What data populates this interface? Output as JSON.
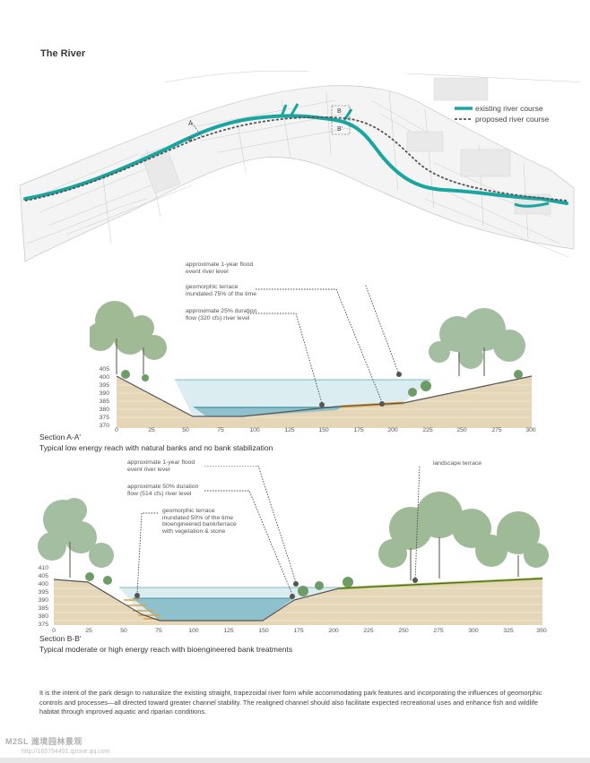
{
  "map": {
    "title": "The River",
    "legend": {
      "existing_label": "existing river course",
      "proposed_label": "proposed river course",
      "existing_color": "#1aa6a0",
      "proposed_color": "#555555"
    },
    "marker_a": "A",
    "marker_a_prime": "A'",
    "marker_b": "B",
    "marker_b_prime": "B'"
  },
  "section_a": {
    "title": "Section A-A'",
    "subtitle": "Typical low energy reach with natural banks and no bank stabilization",
    "annotations": {
      "flood": [
        "approximate 1-year flood",
        "event river level"
      ],
      "terrace": [
        "geomorphic terrace",
        "inundated 75% of the time"
      ],
      "duration": [
        "approximate 25% duration",
        "flow (320 cfs) river level"
      ]
    },
    "y_ticks": [
      "405",
      "400",
      "395",
      "390",
      "385",
      "380",
      "375",
      "370"
    ],
    "x_ticks": [
      "0",
      "25",
      "50",
      "75",
      "100",
      "125",
      "150",
      "175",
      "200",
      "225",
      "250",
      "275",
      "300"
    ]
  },
  "section_b": {
    "title": "Section B-B'",
    "subtitle": "Typical moderate or high energy reach with bioengineered bank treatments",
    "annotations": {
      "flood": [
        "approximate 1-year flood",
        "event river level"
      ],
      "duration": [
        "approximate 50% duration",
        "flow (514 cfs) river level"
      ],
      "terrace": [
        "geomorphic terrace",
        "inundated 50% of the time",
        "bioengineered bank/terrace",
        "with vegetation & stone"
      ],
      "landscape": [
        "landscape terrace"
      ]
    },
    "y_ticks": [
      "410",
      "405",
      "400",
      "395",
      "390",
      "385",
      "380",
      "375"
    ],
    "x_ticks": [
      "0",
      "25",
      "50",
      "75",
      "100",
      "125",
      "150",
      "175",
      "200",
      "225",
      "250",
      "275",
      "300",
      "325",
      "350"
    ]
  },
  "description": "It is the intent of the park design to naturalize the existing straight, trapezoidal river form while accommodating park features and incorporating the influences of geomorphic controls and processes—all directed toward greater channel stability.  The realigned channel should also facilitate expected recreational uses and enhance fish and wildlife habitat through improved aquatic and riparian conditions.",
  "watermark": {
    "line1": "M2SL 潍境园林景观",
    "line2": "http://165794491.qzone.qq.com"
  },
  "colors": {
    "soil": "#e4d6b6",
    "water": "#8fc1cc",
    "water_light": "#d7ebef",
    "terrace_orange": "#e0a040",
    "lawn_green": "#a7d23f"
  }
}
